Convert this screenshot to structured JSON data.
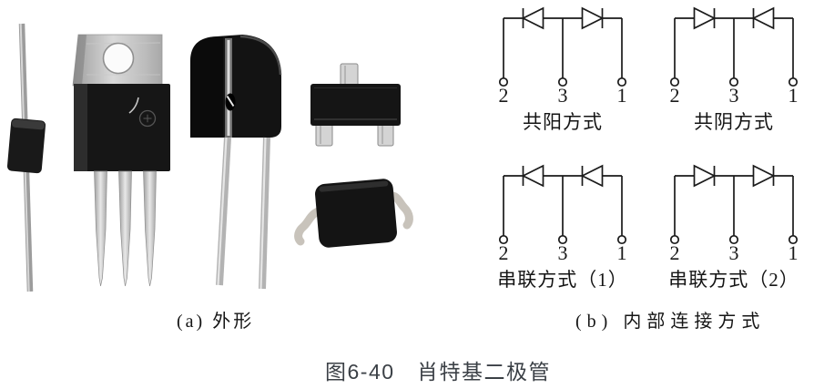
{
  "figure": {
    "caption": "图6-40　肖特基二极管",
    "subcaption_a": "(a) 外形",
    "subcaption_b": "(b) 内部连接方式"
  },
  "diagrams": [
    {
      "label": "共阳方式",
      "pins": [
        "2",
        "3",
        "1"
      ],
      "diodes": [
        "left",
        "right"
      ]
    },
    {
      "label": "共阴方式",
      "pins": [
        "2",
        "3",
        "1"
      ],
      "diodes": [
        "right",
        "left"
      ]
    },
    {
      "label": "串联方式（1）",
      "pins": [
        "2",
        "3",
        "1"
      ],
      "diodes": [
        "left",
        "left"
      ]
    },
    {
      "label": "串联方式（2）",
      "pins": [
        "2",
        "3",
        "1"
      ],
      "diodes": [
        "right",
        "right"
      ]
    }
  ],
  "colors": {
    "schematic_line": "#1a1a1a",
    "caption_text": "#3b4046",
    "label_text": "#151515"
  }
}
